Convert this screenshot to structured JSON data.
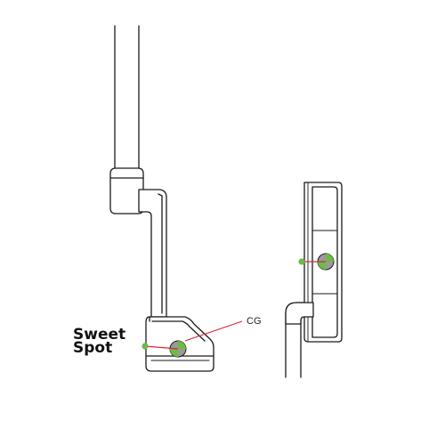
{
  "labels": {
    "sweet_spot_line1": "Sweet",
    "sweet_spot_line2": "Spot",
    "cg": "CG"
  },
  "colors": {
    "outline": "#1a1a1a",
    "sweet_spot_dot": "#6dbb45",
    "cg_line": "#d9243c",
    "cg_disc": "#9a9a9a",
    "cg_half": "#6dbb45"
  }
}
